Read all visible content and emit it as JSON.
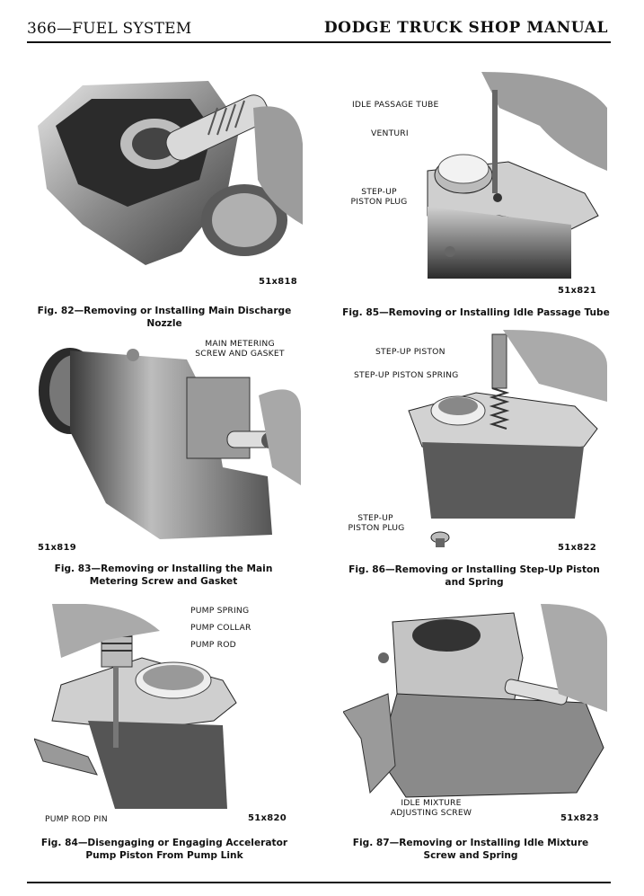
{
  "header": {
    "left": "366—FUEL SYSTEM",
    "right": "DODGE TRUCK SHOP MANUAL"
  },
  "figures": [
    {
      "code": "51x818",
      "caption": "Fig. 82—Removing or Installing Main Discharge Nozzle",
      "callouts": []
    },
    {
      "code": "51x821",
      "caption": "Fig. 85—Removing or Installing Idle Passage Tube",
      "callouts": [
        "IDLE PASSAGE TUBE",
        "VENTURI",
        "STEP-UP",
        "PISTON PLUG"
      ]
    },
    {
      "code": "51x819",
      "caption": "Fig. 83—Removing or Installing the Main Metering Screw and Gasket",
      "callouts": [
        "MAIN METERING",
        "SCREW AND GASKET"
      ]
    },
    {
      "code": "51x822",
      "caption": "Fig. 86—Removing or Installing Step-Up Piston and Spring",
      "callouts": [
        "STEP-UP PISTON",
        "STEP-UP PISTON SPRING",
        "STEP-UP",
        "PISTON PLUG"
      ]
    },
    {
      "code": "51x820",
      "caption": "Fig. 84—Disengaging or Engaging Accelerator Pump Piston From Pump Link",
      "callouts": [
        "PUMP SPRING",
        "PUMP COLLAR",
        "PUMP ROD",
        "PUMP ROD PIN"
      ]
    },
    {
      "code": "51x823",
      "caption": "Fig. 87—Removing or Installing Idle Mixture Screw and Spring",
      "callouts": [
        "IDLE MIXTURE",
        "ADJUSTING SCREW"
      ]
    }
  ]
}
